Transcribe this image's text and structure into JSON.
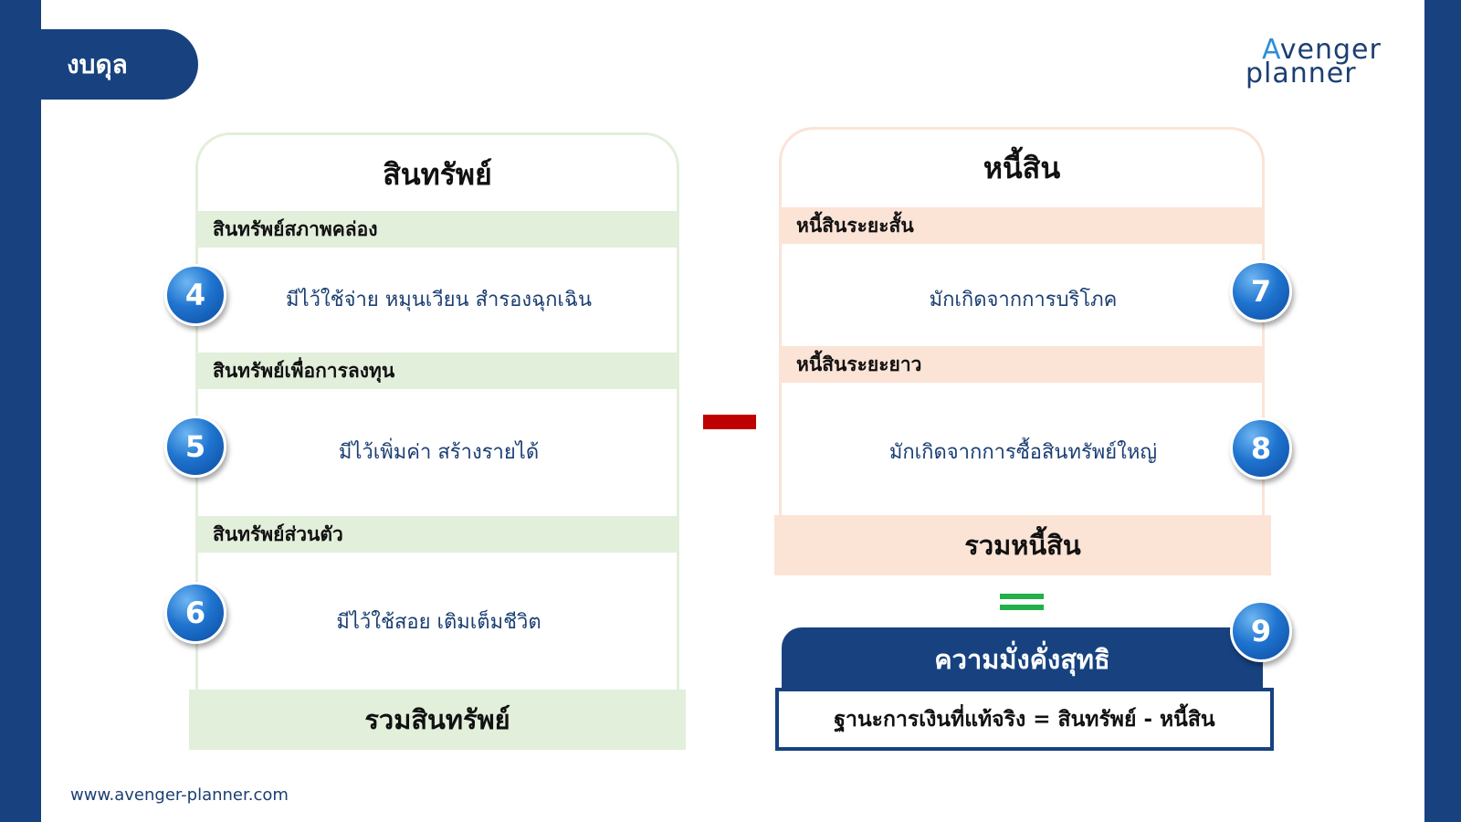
{
  "page": {
    "tab_title": "งบดุล",
    "footer_url": "www.avenger-planner.com"
  },
  "logo": {
    "line1_accent": "A",
    "line1_rest": "venger",
    "line2": "planner"
  },
  "assets": {
    "title": "สินทรัพย์",
    "sections": [
      {
        "badge": "4",
        "heading": "สินทรัพย์สภาพคล่อง",
        "description": "มีไว้ใช้จ่าย หมุนเวียน สำรองฉุกเฉิน"
      },
      {
        "badge": "5",
        "heading": "สินทรัพย์เพื่อการลงทุน",
        "description": "มีไว้เพิ่มค่า สร้างรายได้"
      },
      {
        "badge": "6",
        "heading": "สินทรัพย์ส่วนตัว",
        "description": "มีไว้ใช้สอย เติมเต็มชีวิต"
      }
    ],
    "total_label": "รวมสินทรัพย์"
  },
  "liabilities": {
    "title": "หนี้สิน",
    "sections": [
      {
        "badge": "7",
        "heading": "หนี้สินระยะสั้น",
        "description": "มักเกิดจากการบริโภค"
      },
      {
        "badge": "8",
        "heading": "หนี้สินระยะยาว",
        "description": "มักเกิดจากการซื้อสินทรัพย์ใหญ่"
      }
    ],
    "total_label": "รวมหนี้สิน"
  },
  "net_worth": {
    "badge": "9",
    "title": "ความมั่งคั่งสุทธิ",
    "formula": "ฐานะการเงินที่แท้จริง = สินทรัพย์ - หนี้สิน"
  },
  "colors": {
    "navy": "#17427f",
    "assets_fill": "#e2efdb",
    "liabilities_fill": "#fbe3d6",
    "minus_red": "#c00000",
    "equals_green": "#22b04a",
    "badge_blue": "#1f74cf"
  }
}
